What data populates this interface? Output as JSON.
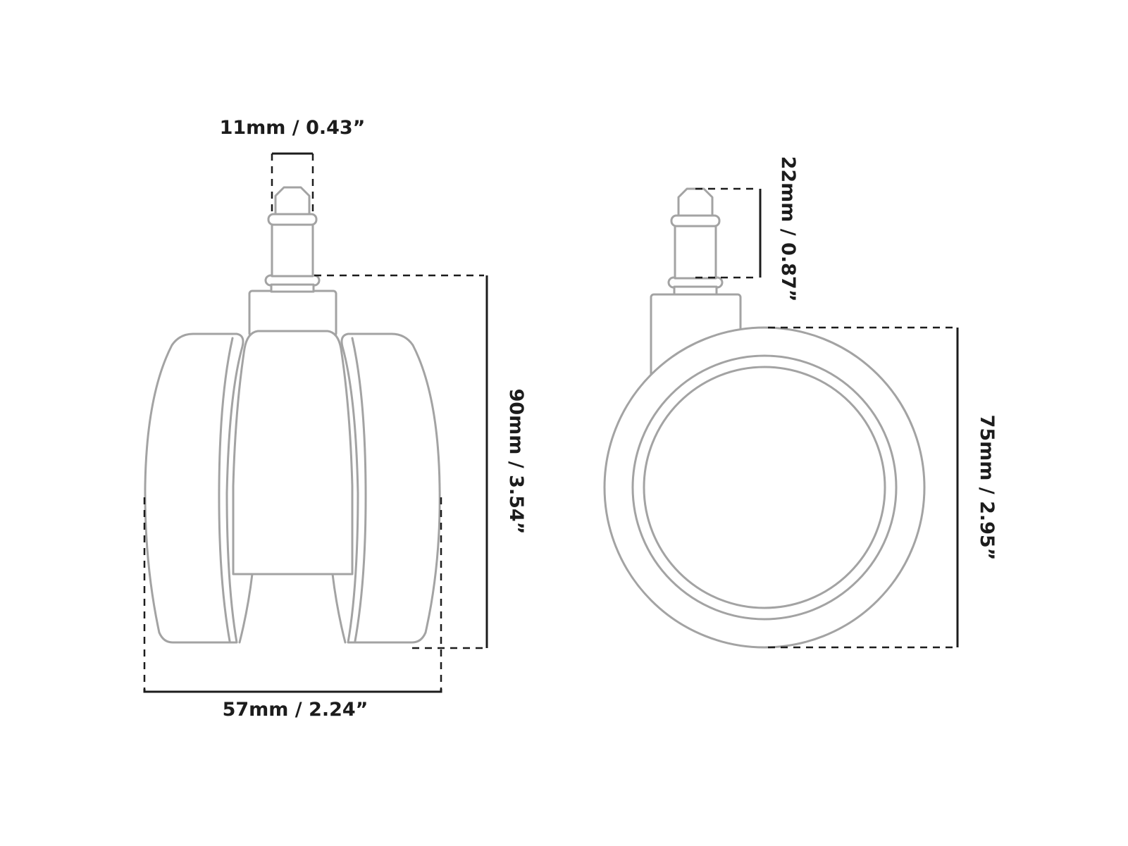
{
  "colors": {
    "outline": "#a3a3a3",
    "dimension": "#1c1c1c",
    "background": "#ffffff"
  },
  "front_view": {
    "stem_width_label": "11mm / 0.43”",
    "total_height_label": "90mm / 3.54”",
    "wheel_width_label": "57mm / 2.24”"
  },
  "side_view": {
    "stem_length_label": "22mm / 0.87”",
    "wheel_diameter_label": "75mm / 2.95”"
  }
}
